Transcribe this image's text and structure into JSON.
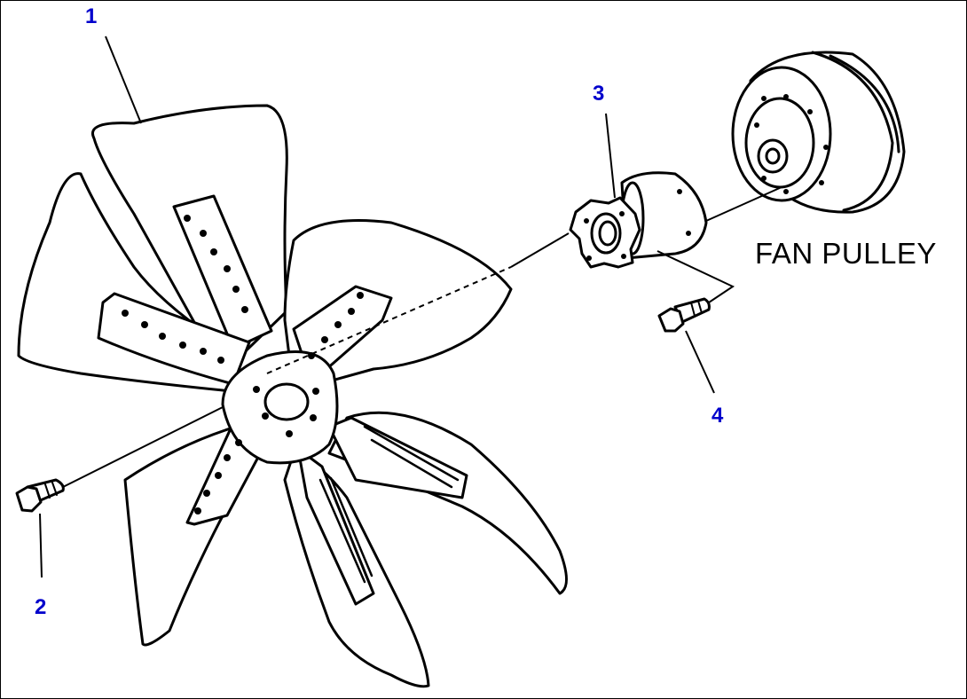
{
  "callouts": [
    {
      "id": "1",
      "label": "1"
    },
    {
      "id": "2",
      "label": "2"
    },
    {
      "id": "3",
      "label": "3"
    },
    {
      "id": "4",
      "label": "4"
    }
  ],
  "caption": "FAN PULLEY",
  "colors": {
    "callout": "#0000cc",
    "line": "#000000",
    "paper": "#ffffff"
  },
  "icons": {
    "fan": "fan-icon",
    "bolt": "bolt-icon",
    "spacer": "spacer-icon",
    "pulley": "pulley-icon"
  }
}
